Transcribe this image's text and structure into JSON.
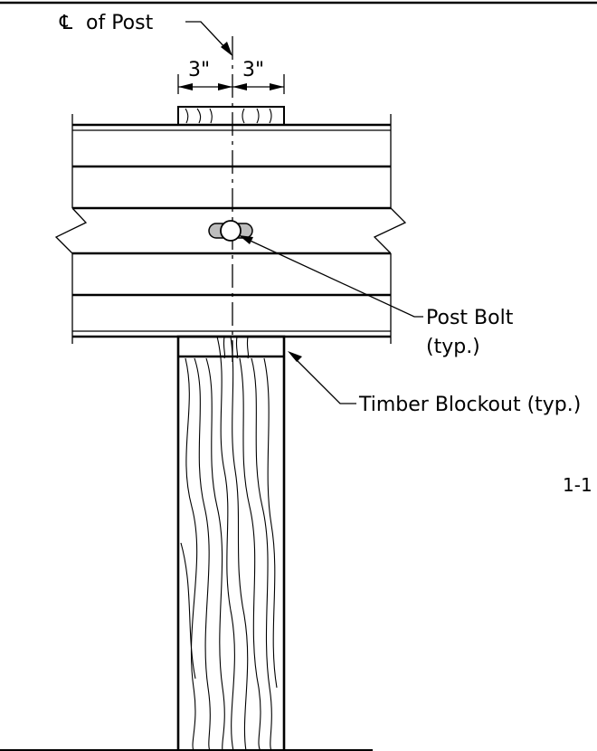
{
  "labels": {
    "centerline": "of Post",
    "centerline_symbol": "℄",
    "dim_left": "3\"",
    "dim_right": "3\"",
    "post_bolt_line1": "Post Bolt",
    "post_bolt_line2": "(typ.)",
    "timber_blockout": "Timber Blockout (typ.)",
    "clipped_note": "1-1"
  }
}
